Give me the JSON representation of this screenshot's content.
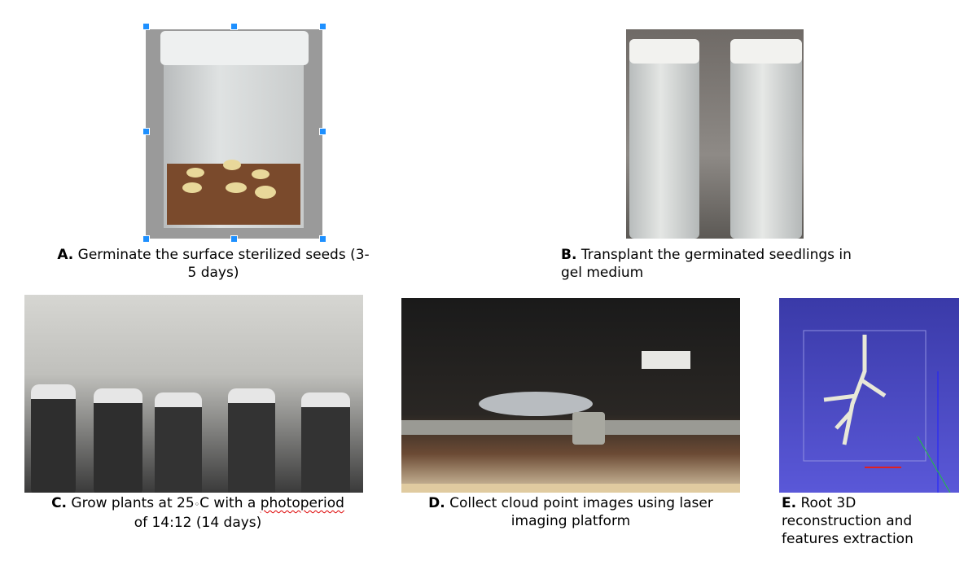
{
  "panels": [
    {
      "letter": "A.",
      "caption": "Germinate the surface sterilized seeds (3-5 days)",
      "line1": "Germinate the surface sterilized seeds (3-",
      "line2": "5 days)"
    },
    {
      "letter": "B.",
      "line1": "Transplant the germinated seedlings in",
      "line2": "gel medium"
    },
    {
      "letter": "C.",
      "line1a": "Grow plants at 25",
      "degree": "◦",
      "line1b": "C with a ",
      "line1c": "photoperiod",
      "line2": "of 14:12 (14 days)"
    },
    {
      "letter": "D.",
      "line1": "Collect cloud point images using laser",
      "line2": "imaging platform"
    },
    {
      "letter": "E.",
      "line1": "Root 3D",
      "line2": "reconstruction and",
      "line3": "features extraction"
    }
  ]
}
